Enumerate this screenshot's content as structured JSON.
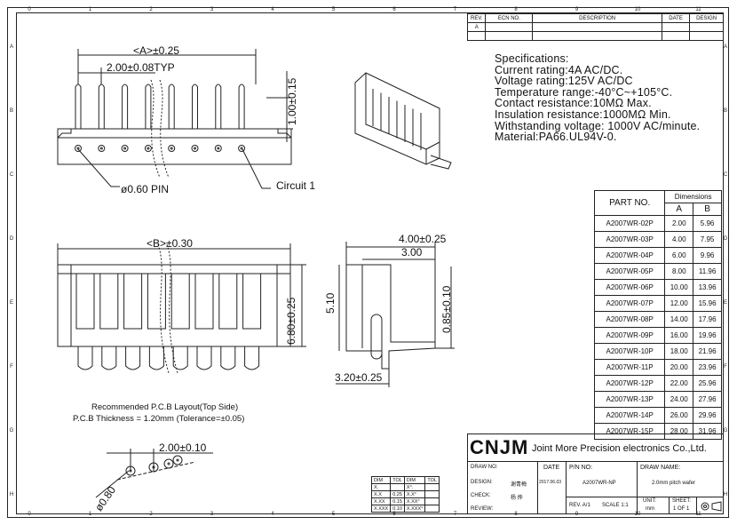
{
  "zones": {
    "columns": [
      "0",
      "1",
      "2",
      "3",
      "4",
      "5",
      "6",
      "7",
      "8",
      "9",
      "10",
      "11"
    ],
    "rows": [
      "A",
      "B",
      "C",
      "D",
      "E",
      "F",
      "G",
      "H"
    ]
  },
  "revision": {
    "headers": [
      "REV.",
      "ECN NO.",
      "DESCRIPTION",
      "DATE",
      "DESIGN"
    ],
    "first_rev": "A"
  },
  "specifications": {
    "title": "Specifications:",
    "lines": [
      "Current rating:4A AC/DC.",
      "Voltage rating:125V AC/DC",
      "Temperature range:-40°C~+105°C.",
      "Contact resistance:10MΩ Max.",
      "Insulation resistance:1000MΩ Min.",
      "Withstanding voltage: 1000V AC/minute.",
      "Material:PA66.UL94V-0."
    ]
  },
  "dimensions_table": {
    "part_no_header": "PART NO.",
    "group_header": "Dimensions",
    "col_a": "A",
    "col_b": "B",
    "rows": [
      {
        "part": "A2007WR-02P",
        "a": "2.00",
        "b": "5.96"
      },
      {
        "part": "A2007WR-03P",
        "a": "4.00",
        "b": "7.95"
      },
      {
        "part": "A2007WR-04P",
        "a": "6.00",
        "b": "9.96"
      },
      {
        "part": "A2007WR-05P",
        "a": "8.00",
        "b": "11.96"
      },
      {
        "part": "A2007WR-06P",
        "a": "10.00",
        "b": "13.96"
      },
      {
        "part": "A2007WR-07P",
        "a": "12.00",
        "b": "15.96"
      },
      {
        "part": "A2007WR-08P",
        "a": "14.00",
        "b": "17.96"
      },
      {
        "part": "A2007WR-09P",
        "a": "16.00",
        "b": "19.96"
      },
      {
        "part": "A2007WR-10P",
        "a": "18.00",
        "b": "21.96"
      },
      {
        "part": "A2007WR-11P",
        "a": "20.00",
        "b": "23.96"
      },
      {
        "part": "A2007WR-12P",
        "a": "22.00",
        "b": "25.96"
      },
      {
        "part": "A2007WR-13P",
        "a": "24.00",
        "b": "27.96"
      },
      {
        "part": "A2007WR-14P",
        "a": "26.00",
        "b": "29.96"
      },
      {
        "part": "A2007WR-15P",
        "a": "28.00",
        "b": "31.96"
      }
    ]
  },
  "drawing_labels": {
    "dim_a": "<A>±0.25",
    "pitch_typ": "2.00±0.08TYP",
    "pin_height": "1.00±0.15",
    "pin_dia": "ø0.60  PIN",
    "circuit": "Circuit  1",
    "dim_b": "<B>±0.30",
    "height_680": "6.80±0.25",
    "side_width": "4.00±0.25",
    "side_300": "3.00",
    "side_510": "5.10",
    "side_085": "0.85±0.10",
    "side_320": "3.20±0.25",
    "pcb_title": "Recommended  P.C.B  Layout(Top  Side)",
    "pcb_thickness": "P.C.B  Thickness  =  1.20mm  (Tolerance=±0.05)",
    "pcb_pitch": "2.00±0.10",
    "pcb_hole": "ø0.80"
  },
  "title_block": {
    "company_logo": "CNJM",
    "company_name": "Joint More Precision electronics Co.,Ltd.",
    "draw_no_label": "DRAW NO:",
    "date_label": "DATE",
    "design_label": "DESIGN:",
    "designer": "谢青梅",
    "date": "2017.06.03",
    "check_label": "CHECK:",
    "checker": "杨 烨",
    "review_label": "REVIEW:",
    "pn_label": "P/N NO:",
    "pn_value": "A2007WR-NP",
    "draw_name_label": "DRAW NAME:",
    "draw_name": "2.0mm pitch wafer",
    "rev": "REV. A/1",
    "scale": "SCALE 1:1",
    "unit_label": "UNIT:",
    "unit": "mm",
    "sheet_label": "SHEET:",
    "sheet": "1 OF 1"
  },
  "tolerance": {
    "headers": [
      "DIM",
      "TOL",
      "DIM",
      "TOL"
    ],
    "rows": [
      [
        "X.",
        "",
        "X°.",
        ""
      ],
      [
        "X.X",
        "0.25",
        "X.X°",
        ""
      ],
      [
        "X.XX",
        "0.15",
        "X.XX°",
        ""
      ],
      [
        "X.XXX",
        "0.10",
        "X.XXX°",
        ""
      ]
    ]
  }
}
